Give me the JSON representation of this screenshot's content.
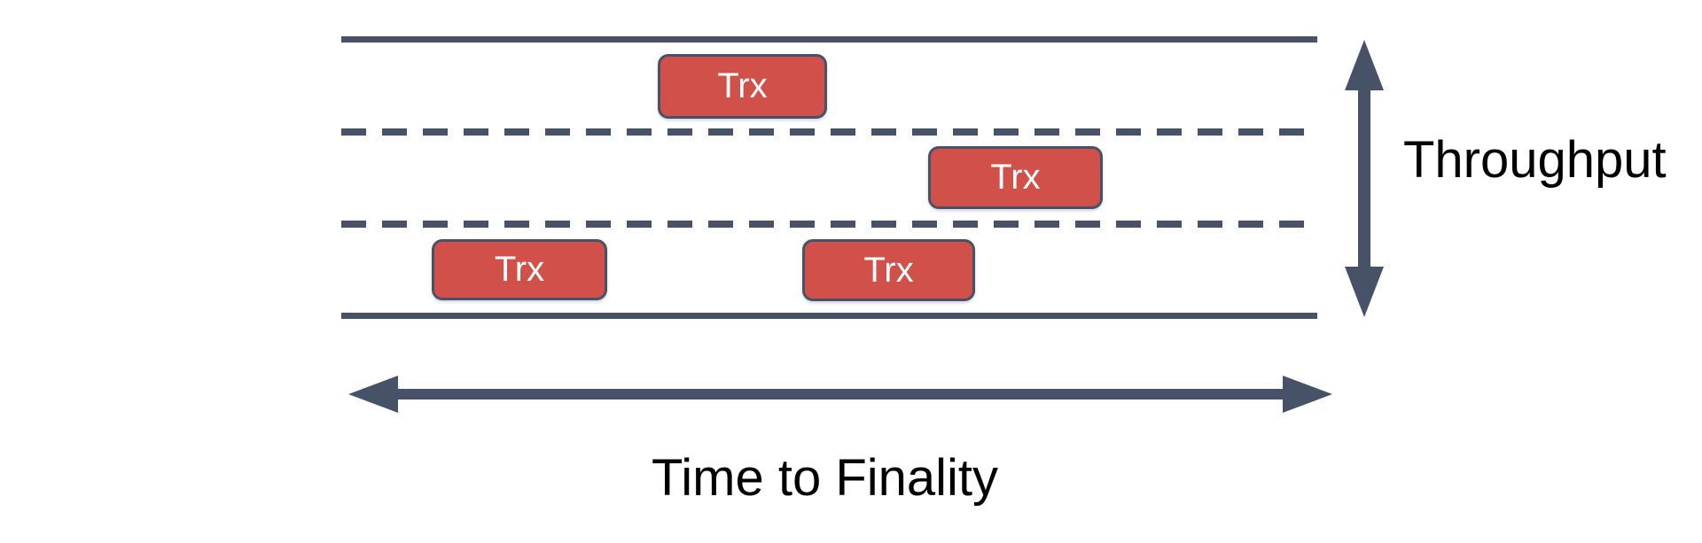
{
  "diagram": {
    "axis_labels": {
      "vertical": "Throughput",
      "horizontal": "Time to Finality"
    },
    "road": {
      "lane_count": 3,
      "solid_border_lines": 2,
      "dashed_divider_lines": 2
    },
    "transactions": [
      {
        "label": "Trx",
        "lane": "top"
      },
      {
        "label": "Trx",
        "lane": "middle"
      },
      {
        "label": "Trx",
        "lane": "bottom"
      },
      {
        "label": "Trx",
        "lane": "bottom"
      }
    ],
    "colors": {
      "line": "#475268",
      "transaction_fill": "#d2504a",
      "transaction_border": "#475268",
      "transaction_text": "#ffffff",
      "axis_label_text": "#000000",
      "background": "#ffffff"
    }
  }
}
